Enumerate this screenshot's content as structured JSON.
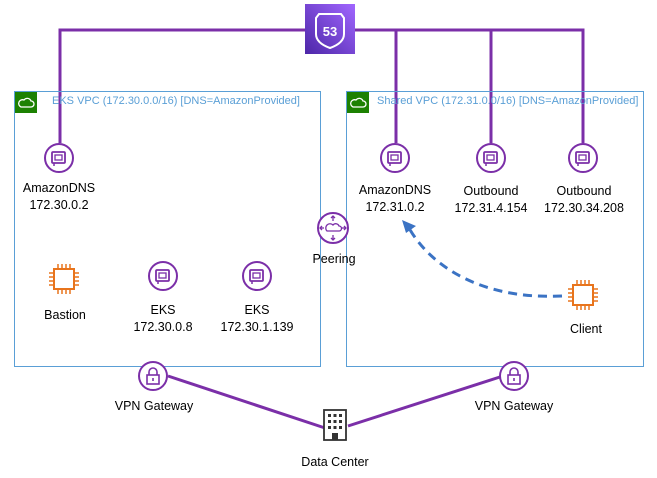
{
  "vpcs": {
    "left": {
      "title": "EKS VPC (172.30.0.0/16) [DNS=AmazonProvided]"
    },
    "right": {
      "title": "Shared VPC (172.31.0.0/16) [DNS=AmazonProvided]"
    }
  },
  "nodes": {
    "amazondns_left": {
      "name": "AmazonDNS",
      "ip": "172.30.0.2"
    },
    "bastion": {
      "name": "Bastion"
    },
    "eks1": {
      "name": "EKS",
      "ip": "172.30.0.8"
    },
    "eks2": {
      "name": "EKS",
      "ip": "172.30.1.139"
    },
    "peering": {
      "name": "Peering"
    },
    "amazondns_right": {
      "name": "AmazonDNS",
      "ip": "172.31.0.2"
    },
    "outbound1": {
      "name": "Outbound",
      "ip": "172.31.4.154"
    },
    "outbound2": {
      "name": "Outbound",
      "ip": "172.30.34.208"
    },
    "client": {
      "name": "Client"
    },
    "vpn_left": {
      "name": "VPN Gateway"
    },
    "vpn_right": {
      "name": "VPN Gateway"
    },
    "datacenter": {
      "name": "Data Center"
    },
    "route53": {
      "badge": "53"
    }
  },
  "icons": [
    "route53-icon",
    "cloud-icon",
    "network-interface-icon",
    "ec2-instance-icon",
    "peering-icon",
    "vpn-gateway-icon",
    "datacenter-icon"
  ],
  "colors": {
    "purple": "#7b2fa8",
    "orange": "#e8741c",
    "blue_border": "#5a9fd6",
    "green_badge": "#1d8102",
    "dashed_arrow": "#3b73c4"
  }
}
